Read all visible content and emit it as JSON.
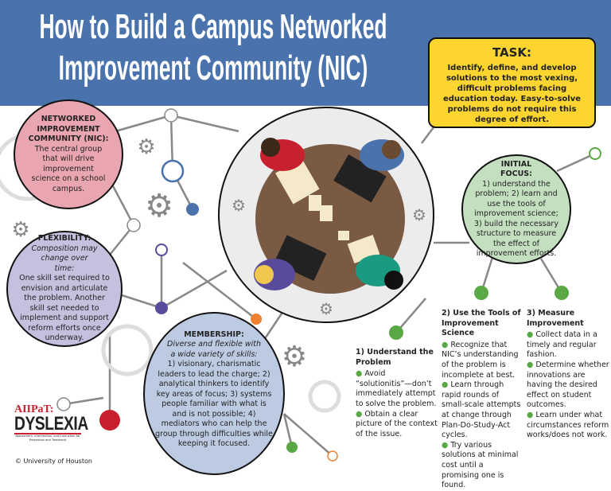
{
  "header": {
    "title_lines": [
      "How to Build a Campus Networked",
      "Improvement Community (NIC)"
    ]
  },
  "task": {
    "heading": "TASK:",
    "body": "Identify, define, and develop solutions to the most vexing, difficult problems facing education today. Easy-to-solve problems do not require this degree of effort."
  },
  "nic": {
    "heading_lines": [
      "NETWORKED",
      "IMPROVEMENT",
      "COMMUNITY (NIC):"
    ],
    "body": "The central group that will drive improvement science on a school campus."
  },
  "flexibility": {
    "heading": "FLEXIBILITY:",
    "subheading": "Composition may change over time:",
    "body": "One skill set required to envision and articulate the problem. Another skill set needed to implement and support reform efforts once underway."
  },
  "membership": {
    "heading": "MEMBERSHIP:",
    "subheading": "Diverse and flexible with a wide variety of skills:",
    "body": "1) visionary, charismatic leaders to lead the charge; 2) analytical thinkers to identify key areas of focus; 3) systems people familiar with what is and is not possible; 4) mediators who can help the group through difficulties while keeping it focused."
  },
  "initial_focus": {
    "heading_lines": [
      "INITIAL",
      "FOCUS:"
    ],
    "body": "1) understand the problem; 2) learn and use the tools of improvement science; 3) build the necessary structure to measure the effect of improvement efforts."
  },
  "steps": [
    {
      "heading": "1) Understand the Problem",
      "bullets": [
        "Avoid “solutionitis”—don’t immediately attempt to solve the problem.",
        "Obtain a clear picture of the context of the issue."
      ]
    },
    {
      "heading": "2) Use the Tools of Improvement Science",
      "bullets": [
        "Recognize that NIC’s understanding of the problem is incomplete at best.",
        "Learn through rapid rounds of small-scale attempts at change through Plan-Do-Study-Act cycles.",
        "Try various solutions at minimal cost until a promising one is found."
      ]
    },
    {
      "heading": "3) Measure Improvement",
      "bullets": [
        "Collect data in a timely and regular fashion.",
        "Determine whether innovations are having the desired effect on student outcomes.",
        "Learn under what circumstances reform works/does not work."
      ]
    }
  ],
  "logo": {
    "name_top": "AIIPaT:",
    "name_main": "DYSLEXIA",
    "tagline": "Assessment, Intervention, and Instruction for Prevention and Treatment"
  },
  "footer": {
    "copyright": "© University of Houston"
  },
  "colors": {
    "header": "#4a73ad",
    "task": "#fdd530",
    "nic": "#e9a6b0",
    "flexibility": "#c6c0de",
    "membership": "#bccbe2",
    "initial_focus": "#c4dfc0",
    "bullet": "#5aa845"
  }
}
